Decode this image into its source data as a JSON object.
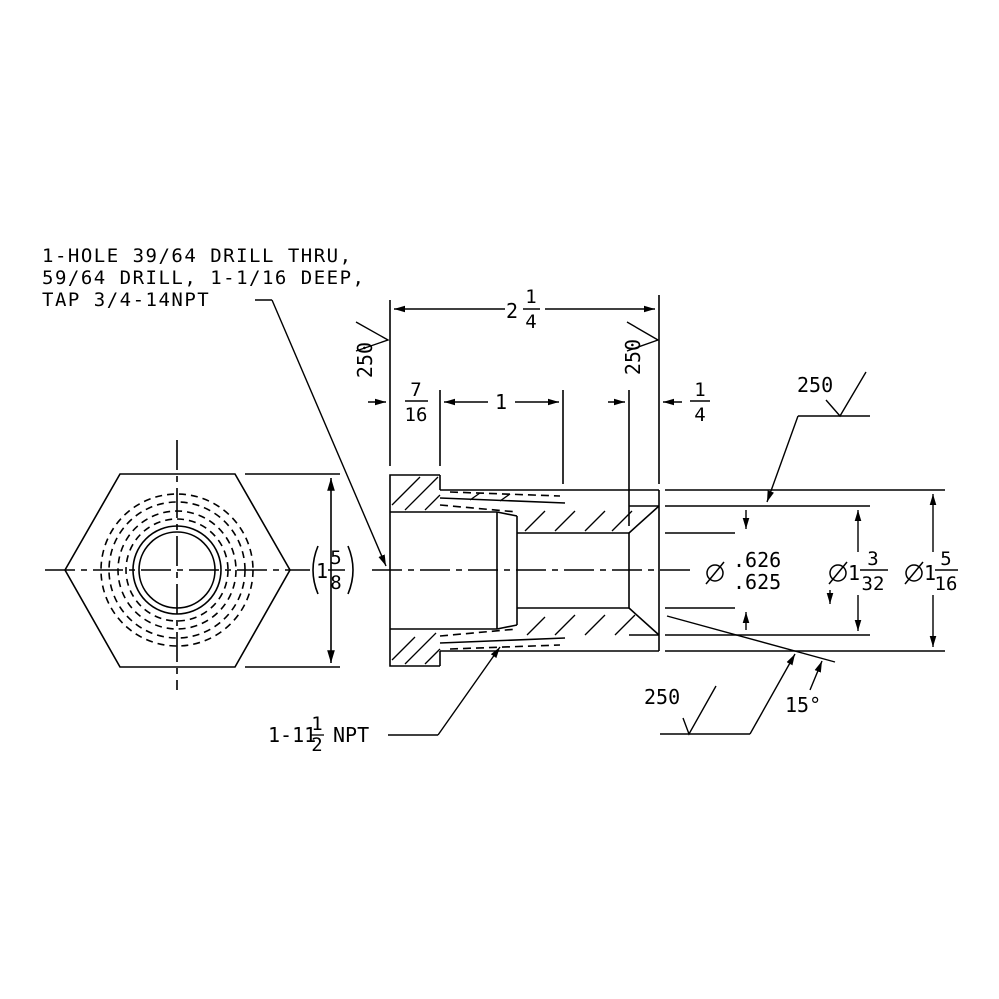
{
  "drawing": {
    "hole_note": {
      "line1": "1-HOLE 39/64 DRILL THRU,",
      "line2": "59/64 DRILL, 1-1/16 DEEP,",
      "line3": "TAP 3/4-14NPT"
    },
    "thread_note": "NPT",
    "thread_prefix": "1-11",
    "overall_length": {
      "whole": "2",
      "num": "1",
      "den": "4"
    },
    "counterbore_depth": {
      "num": "7",
      "den": "16"
    },
    "bore_length": "1",
    "end_step": {
      "num": "1",
      "den": "4"
    },
    "hex_size": {
      "whole": "1",
      "num": "5",
      "den": "8"
    },
    "bore_dia": {
      "upper": ".626",
      "lower": ".625"
    },
    "mid_dia": {
      "whole": "1",
      "num": "3",
      "den": "32"
    },
    "outer_dia": {
      "whole": "1",
      "num": "5",
      "den": "16"
    },
    "surface_finish": "250",
    "chamfer_angle": "15°",
    "colors": {
      "line": "#000000",
      "background": "#ffffff"
    }
  }
}
